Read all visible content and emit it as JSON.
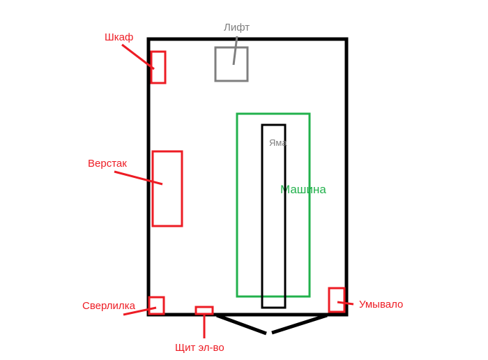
{
  "labels": {
    "cabinet": "Шкаф",
    "lift": "Лифт",
    "workbench": "Верстак",
    "pit": "Яма",
    "car": "Машина",
    "drill": "Сверлилка",
    "panel": "Щит эл-во",
    "sink": "Умывало"
  },
  "colors": {
    "wall": "#000000",
    "equipment": "#ed1c24",
    "car": "#22b14c",
    "lift": "#7f7f7f"
  }
}
